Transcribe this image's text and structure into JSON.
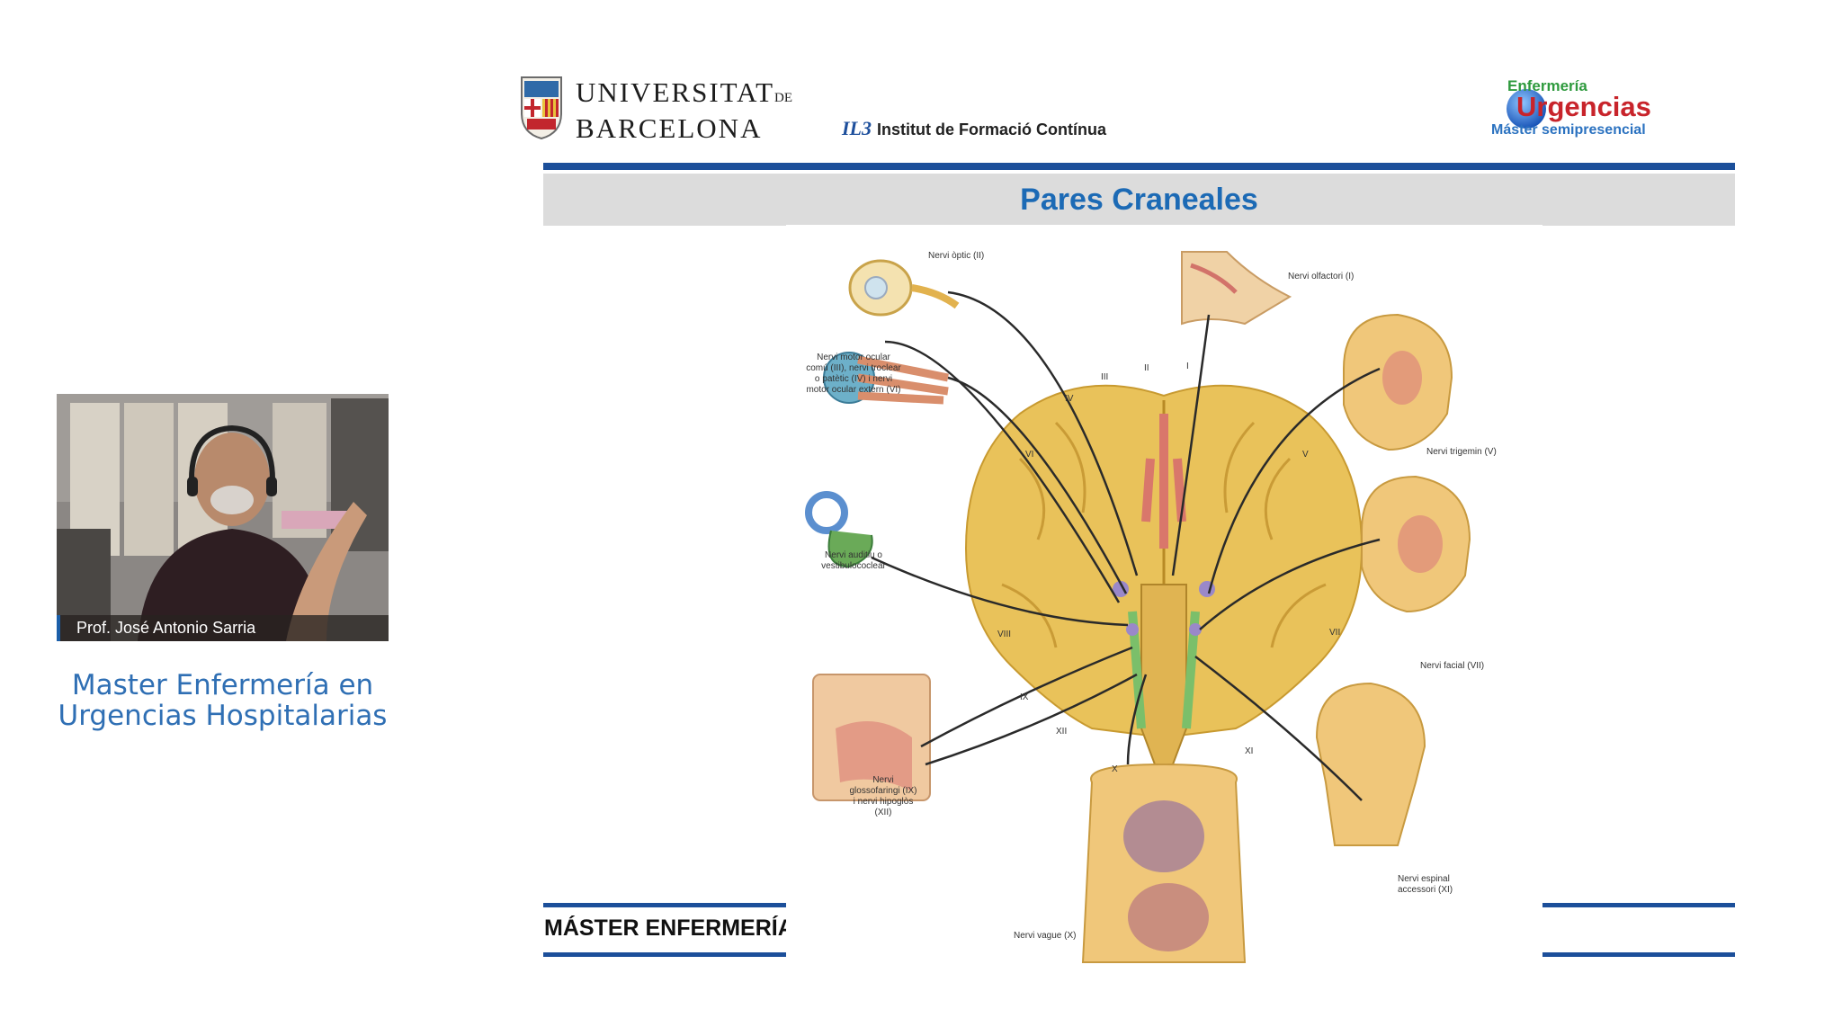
{
  "presenter": {
    "name": "Prof. José Antonio Sarria"
  },
  "course": {
    "title_line1": "Master Enfermería en",
    "title_line2": "Urgencias Hospitalarias"
  },
  "slide": {
    "university_line1": "UNIVERSITAT",
    "university_de": "DE",
    "university_line2": "BARCELONA",
    "il3_mark": "IL3",
    "il3_text": "Institut de Formació Contínua",
    "badge_line1": "Enfermería",
    "badge_line2": "Urgencias",
    "badge_line3": "Máster semipresencial",
    "title": "Pares Craneales",
    "footer": "MÁSTER ENFERMERÍA"
  },
  "figure": {
    "labels": {
      "optic": "Nervi òptic (II)",
      "olfactory": "Nervi olfactori (I)",
      "oculomotor_1": "Nervi motor ocular",
      "oculomotor_2": "comú (III), nervi troclear",
      "oculomotor_3": "o patètic (IV) i nervi",
      "oculomotor_4": "motor ocular extern (VI)",
      "trigeminal": "Nervi trigemin (V)",
      "auditory_1": "Nervi auditiu o",
      "auditory_2": "vestibulococlear",
      "facial": "Nervi facial (VII)",
      "glosso_1": "Nervi",
      "glosso_2": "glossofaringi (IX)",
      "glosso_3": "i nervi hipoglòs",
      "glosso_4": "(XII)",
      "spinal_1": "Nervi espinal",
      "spinal_2": "accessori (XI)",
      "vagus": "Nervi vague (X)"
    },
    "numerals": {
      "n1": "I",
      "n2": "II",
      "n3": "III",
      "n4": "IV",
      "n5": "V",
      "n6": "VI",
      "n7": "VII",
      "n8": "VIII",
      "n9": "IX",
      "n10": "X",
      "n11": "XI",
      "n12": "XII"
    }
  },
  "colors": {
    "brand_blue": "#1c4f9a",
    "title_blue": "#1c6ab5",
    "brain_yellow": "#e9c25a",
    "badge_green": "#2e9a3d",
    "badge_red": "#c8242b"
  }
}
